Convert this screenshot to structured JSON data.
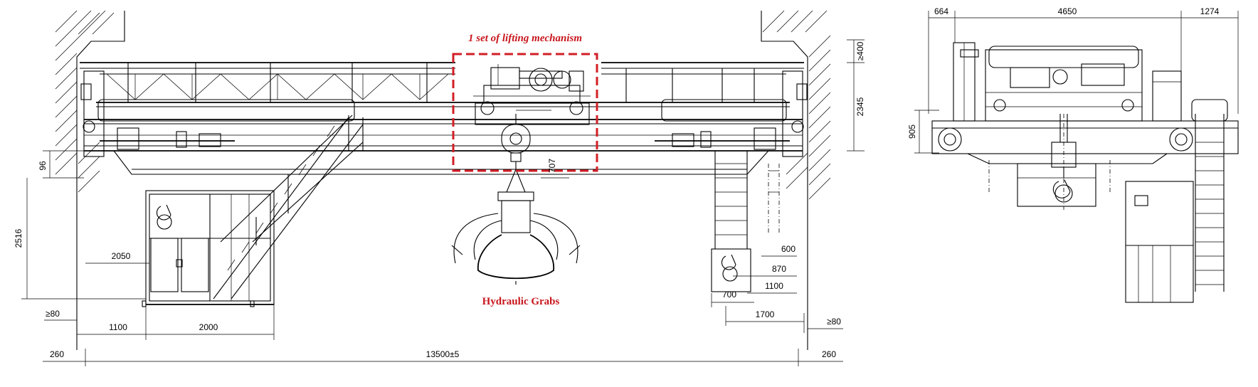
{
  "annotations": {
    "lifting_mechanism": "1 set of lifting mechanism",
    "hydraulic_grabs": "Hydraulic Grabs"
  },
  "colors": {
    "annotation_red": "#c8161d",
    "line": "#000000"
  },
  "front_view": {
    "dims": {
      "top_clear": "≥400",
      "height_2345": "2345",
      "height_96": "96",
      "height_2516": "2516",
      "d_707": "707",
      "d_2050": "2050",
      "d_600": "600",
      "d_870": "870",
      "d_1100_r": "1100",
      "d_700": "700",
      "d_1700": "1700",
      "left_80": "≥80",
      "right_80": "≥80",
      "d_1100_l": "1100",
      "d_2000": "2000",
      "left_260": "260",
      "span": "13500±5",
      "right_260": "260"
    }
  },
  "side_view": {
    "dims": {
      "d_664": "664",
      "d_4650": "4650",
      "d_1274": "1274",
      "d_905": "905"
    }
  }
}
